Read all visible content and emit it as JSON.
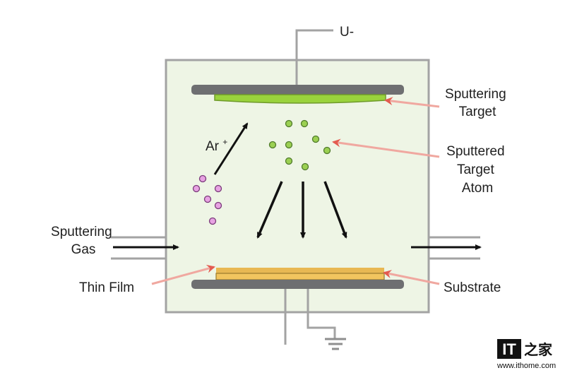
{
  "diagram": {
    "voltage_label": "U-",
    "ion_label_base": "Ar",
    "ion_label_sup": "+",
    "labels": {
      "sputtering_target_1": "Sputtering",
      "sputtering_target_2": "Target",
      "sputtered_atom_1": "Sputtered",
      "sputtered_atom_2": "Target",
      "sputtered_atom_3": "Atom",
      "sputtering_gas_1": "Sputtering",
      "sputtering_gas_2": "Gas",
      "thin_film": "Thin Film",
      "substrate": "Substrate"
    },
    "colors": {
      "chamber_fill": "#eef5e5",
      "chamber_stroke": "#a3a3a3",
      "electrode": "#6e6f71",
      "target": "#9ad33c",
      "film": "#f2c55f",
      "ion": "#e7a2e2",
      "atom": "#9bd052",
      "pointer": "#e35b50"
    }
  },
  "watermark": {
    "brand_it": "IT",
    "brand_cn": "之家",
    "url": "www.ithome.com"
  }
}
